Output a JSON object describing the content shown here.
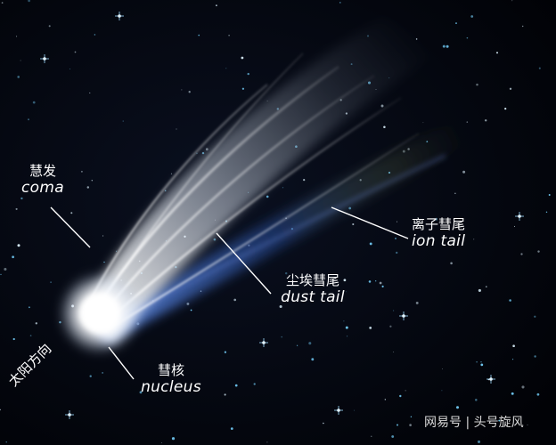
{
  "labels": {
    "coma_zh": "慧发",
    "coma_en": "coma",
    "ion_tail_zh": "离子彗尾",
    "ion_tail_en": "ion tail",
    "dust_tail_zh": "尘埃彗尾",
    "dust_tail_en": "dust tail",
    "nucleus_zh": "彗核",
    "nucleus_en": "nucleus",
    "sun_direction": "太阳方向"
  },
  "watermark": "网易号 | 头号旋风",
  "colors": {
    "sky": "#02040a",
    "nucleus": "#ffffff",
    "dust_tail": "#d8e2ef",
    "ion_tail": "#4a7ad0",
    "ion_tail_glow": "#8a9a6a",
    "stars": "#6fc6f0",
    "label_text": "#ffffff",
    "leader_line": "#ffffff"
  }
}
